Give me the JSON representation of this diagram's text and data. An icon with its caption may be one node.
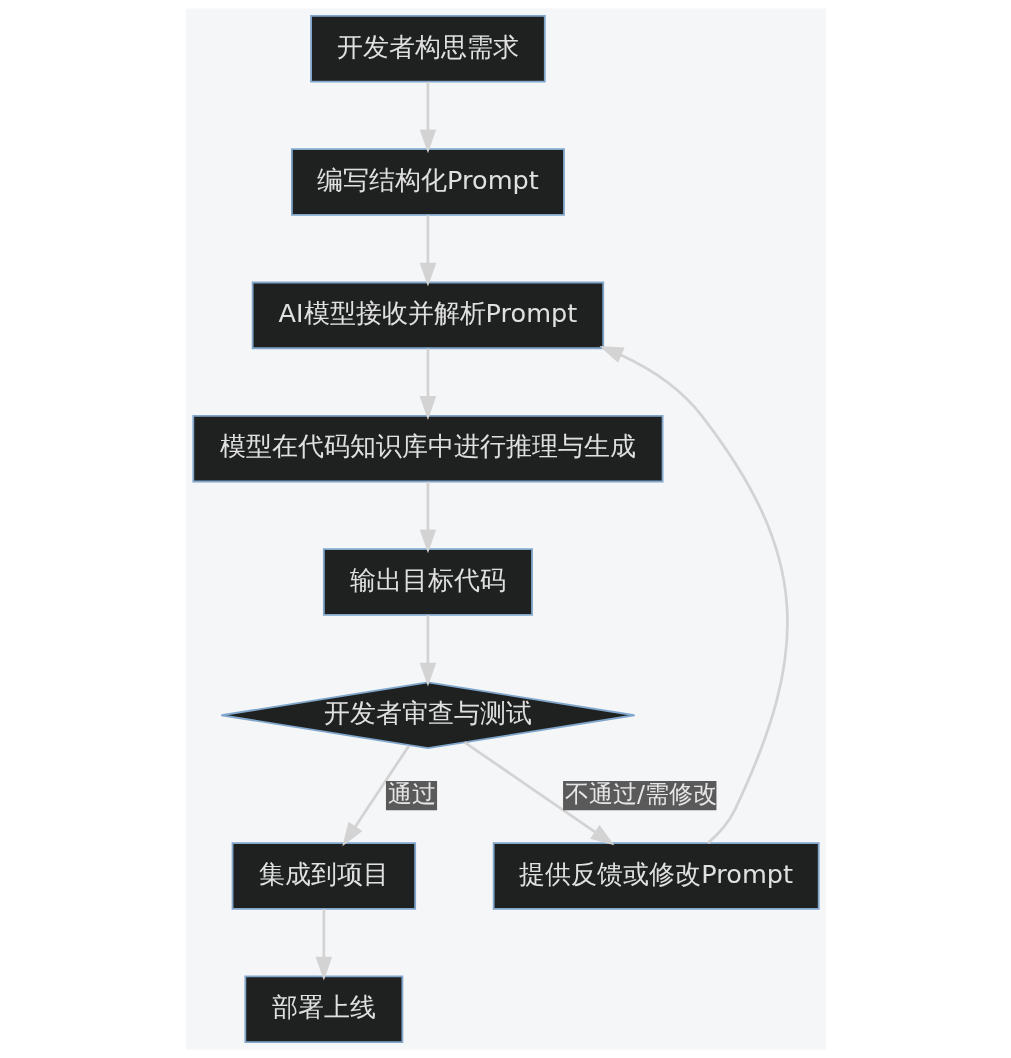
{
  "diagram": {
    "nodes": [
      {
        "text": [
          "开发者构思需求"
        ]
      },
      {
        "text": [
          "编写结构化Prompt"
        ]
      },
      {
        "text": [
          "AI模型接收并解析Prompt"
        ]
      },
      {
        "text": [
          "模型在代码知识库中进行推理与生成"
        ]
      },
      {
        "text": [
          "输出目标代码"
        ]
      },
      {
        "text": [
          "开发者审查与测试"
        ]
      },
      {
        "text": [
          "集成到项目"
        ]
      },
      {
        "text": [
          "提供反馈或修改Prompt"
        ]
      },
      {
        "text": [
          "部署上线"
        ]
      }
    ],
    "edges": [
      {
        "from": 0,
        "to": 1,
        "arrow": "to"
      },
      {
        "from": 1,
        "to": 2,
        "arrow": "to"
      },
      {
        "from": 2,
        "to": 3,
        "arrow": "to"
      },
      {
        "from": 3,
        "to": 4,
        "arrow": "to"
      },
      {
        "from": 4,
        "to": 5,
        "arrow": "to"
      },
      {
        "from": 5,
        "to": 6,
        "arrow": "to",
        "label": "通过"
      },
      {
        "from": 5,
        "to": 7,
        "arrow": "to",
        "label": "不通过/需修改"
      },
      {
        "from": 7,
        "to": 2,
        "arrow": "to"
      },
      {
        "from": 6,
        "to": 8,
        "arrow": "to"
      }
    ]
  }
}
